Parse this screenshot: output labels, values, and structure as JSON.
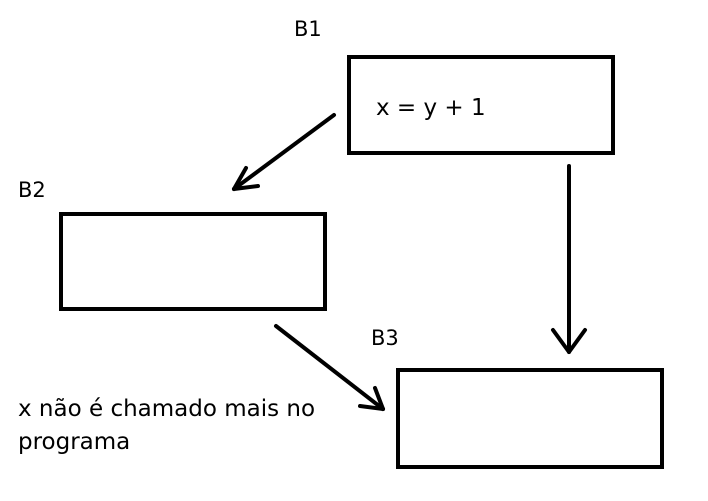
{
  "blocks": [
    {
      "label": "B1",
      "content": "x = y + 1"
    },
    {
      "label": "B2",
      "content": ""
    },
    {
      "label": "B3",
      "content": ""
    }
  ],
  "note": {
    "line1": "x não é chamado mais no",
    "line2": "programa"
  },
  "colors": {
    "stroke": "#000000",
    "background": "#ffffff"
  }
}
